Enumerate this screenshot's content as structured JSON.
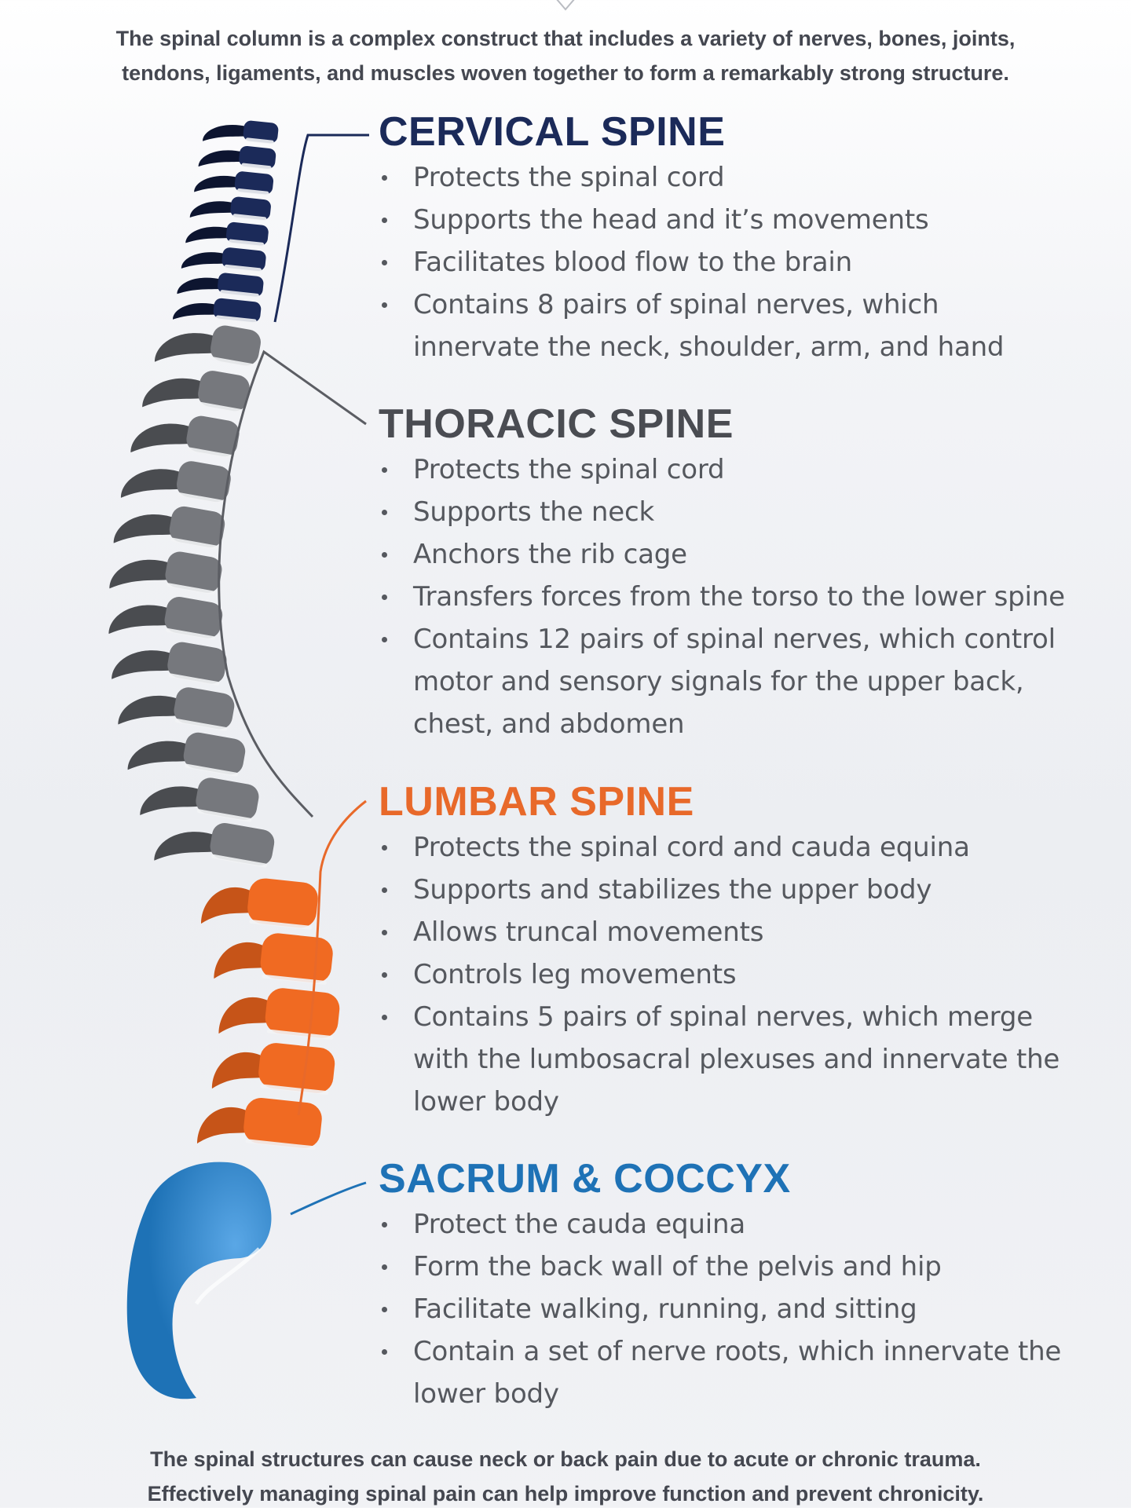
{
  "intro": {
    "line1": "The spinal column is a complex construct that includes a variety of nerves, bones, joints,",
    "line2": "tendons, ligaments, and muscles woven together to form a remarkably strong structure."
  },
  "sections": [
    {
      "title": "CERVICAL SPINE",
      "color": "#1b2a59",
      "bullets": [
        "Protects the spinal cord",
        "Supports the head and it’s movements",
        "Facilitates blood flow to the brain",
        "Contains 8 pairs of spinal nerves, which",
        "innervate the neck, shoulder, arm, and hand"
      ]
    },
    {
      "title": "THORACIC SPINE",
      "color": "#4a4c52",
      "bullets": [
        "Protects the spinal cord",
        "Supports the neck",
        "Anchors the rib cage",
        "Transfers forces from the torso to the lower spine",
        "Contains 12 pairs of spinal nerves, which control",
        "motor and sensory signals for the upper back,",
        "chest, and abdomen"
      ]
    },
    {
      "title": "LUMBAR SPINE",
      "color": "#e8692a",
      "bullets": [
        "Protects the spinal cord and cauda equina",
        "Supports and stabilizes the upper body",
        "Allows truncal movements",
        "Controls leg movements",
        "Contains 5 pairs of spinal nerves, which merge",
        "with the lumbosacral plexuses and innervate the",
        "lower body"
      ]
    },
    {
      "title": "SACRUM & COCCYX",
      "color": "#1e72b6",
      "bullets": [
        "Protect the cauda equina",
        "Form the back wall of the pelvis and hip",
        "Facilitate walking, running, and sitting",
        "Contain a set of nerve roots, which innervate the",
        "lower body"
      ]
    }
  ],
  "outro": {
    "line1": "The spinal structures can cause neck or back pain due to acute or chronic trauma.",
    "line2": "Effectively managing spinal pain can help improve function and prevent chronicity."
  },
  "colors": {
    "cervical": "#1b2a59",
    "thoracic": "#76787d",
    "lumbar": "#f06a22",
    "sacrum": "#1e72b6"
  }
}
